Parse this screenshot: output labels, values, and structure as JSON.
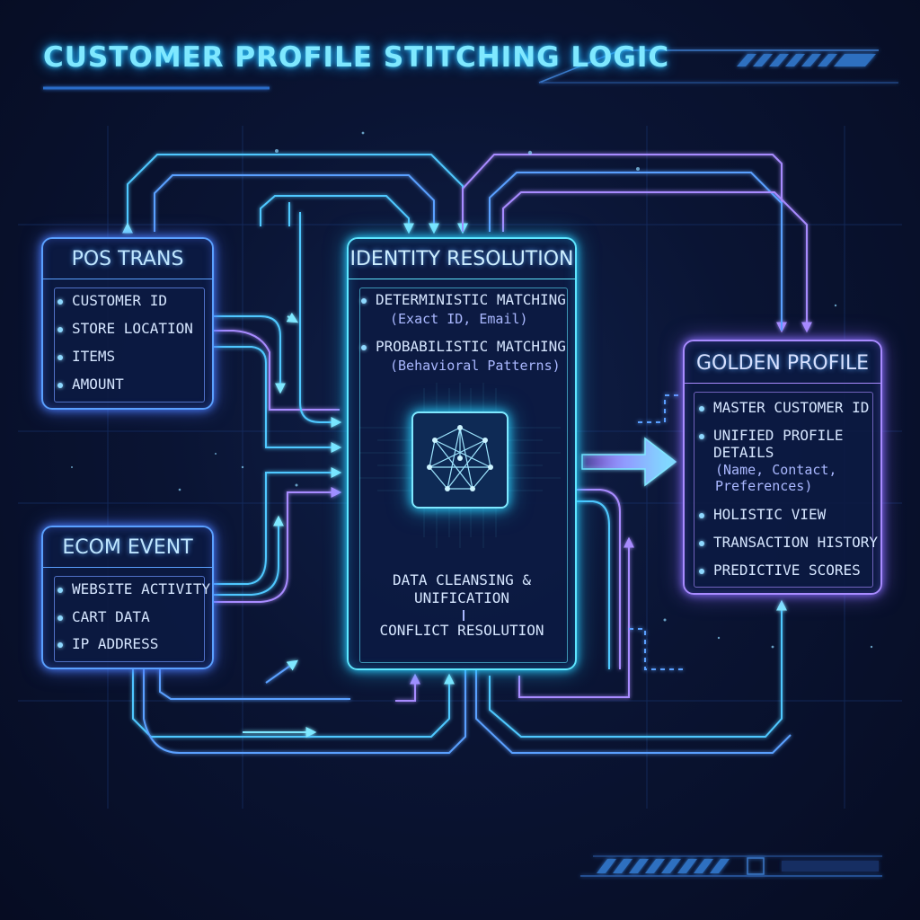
{
  "title": "CUSTOMER PROFILE STITCHING LOGIC",
  "sources": [
    {
      "name": "POS TRANS",
      "fields": [
        "CUSTOMER ID",
        "STORE LOCATION",
        "ITEMS",
        "AMOUNT"
      ]
    },
    {
      "name": "ECOM EVENT",
      "fields": [
        "WEBSITE ACTIVITY",
        "CART DATA",
        "IP ADDRESS"
      ]
    }
  ],
  "identity_resolution": {
    "name": "IDENTITY RESOLUTION",
    "methods": [
      {
        "label": "DETERMINISTIC MATCHING",
        "detail": "(Exact ID, Email)"
      },
      {
        "label": "PROBABILISTIC MATCHING",
        "detail": "(Behavioral Patterns)"
      }
    ],
    "processing": {
      "cleansing_line1": "DATA CLEANSING &",
      "cleansing_line2": "UNIFICATION",
      "conflict": "CONFLICT RESOLUTION"
    }
  },
  "golden_profile": {
    "name": "GOLDEN PROFILE",
    "fields": [
      {
        "label": "MASTER CUSTOMER ID"
      },
      {
        "label": "UNIFIED PROFILE",
        "label2": "DETAILS",
        "detail1": "(Name, Contact,",
        "detail2": "Preferences)"
      },
      {
        "label": "HOLISTIC VIEW"
      },
      {
        "label": "TRANSACTION HISTORY"
      },
      {
        "label": "PREDICTIVE SCORES"
      }
    ]
  },
  "colors": {
    "background": "#0a1433",
    "title": "#7fe8ff",
    "cyan": "#5ee6ff",
    "blue": "#5aa0ff",
    "purple": "#a88bff",
    "text": "#d6e6ff"
  },
  "icons": {
    "processor": "neural-network-chip-icon"
  }
}
